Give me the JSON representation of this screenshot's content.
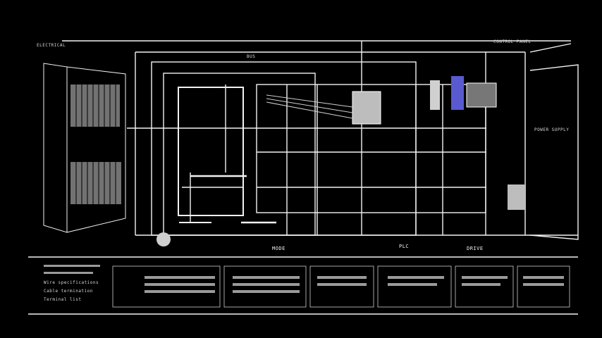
{
  "title_left": "ELECTRICAL",
  "title_top": "BUS",
  "title_right": "CONTROL PANEL",
  "side_label_right": "POWER SUPPLY",
  "bottom_labels": {
    "left": "MODE",
    "center": "PLC",
    "right": "DRIVE"
  },
  "legend_notes": [
    "Wire specifications",
    "Cable termination",
    "Terminal list"
  ],
  "palette": {
    "background": "#000000",
    "line": "#f2f2f2",
    "dim": "#9a9a9a"
  }
}
